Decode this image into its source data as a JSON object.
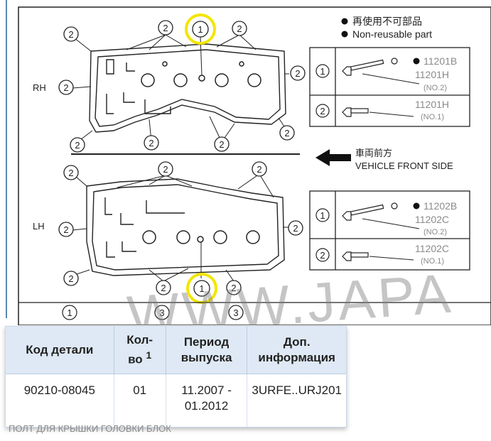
{
  "diagram": {
    "legend_ja": "再使用不可部品",
    "legend_en": "Non-reusable part",
    "label_rh": "RH",
    "label_lh": "LH",
    "front_ja": "車両前方",
    "front_en": "VEHICLE FRONT SIDE",
    "callout_1": "1",
    "callout_2": "2",
    "callout_3": "3",
    "rh_box": {
      "row1_code_a": "11201B",
      "row1_code_b": "11201H",
      "row1_note": "(NO.2)",
      "row2_code": "11201H",
      "row2_note": "(NO.1)"
    },
    "lh_box": {
      "row1_code_a": "11202B",
      "row1_code_b": "11202C",
      "row1_note": "(NO.2)",
      "row2_code": "11202C",
      "row2_note": "(NO.1)"
    },
    "watermark": "WWW.JAPA",
    "highlight_color": "#f2e600"
  },
  "table": {
    "headers": {
      "code": "Код детали",
      "qty_line1": "Кол-",
      "qty_line2": "во",
      "qty_sup": "1",
      "period_line1": "Период",
      "period_line2": "выпуска",
      "info_line1": "Доп.",
      "info_line2": "информация"
    },
    "row": {
      "code": "90210-08045",
      "qty": "01",
      "period_line1": "11.2007 -",
      "period_line2": "01.2012",
      "info": "3URFE..URJ201"
    }
  },
  "footer_fragment": "ПОЛТ ДЛЯ КРЫШКИ ГОЛОВКИ БЛОК"
}
